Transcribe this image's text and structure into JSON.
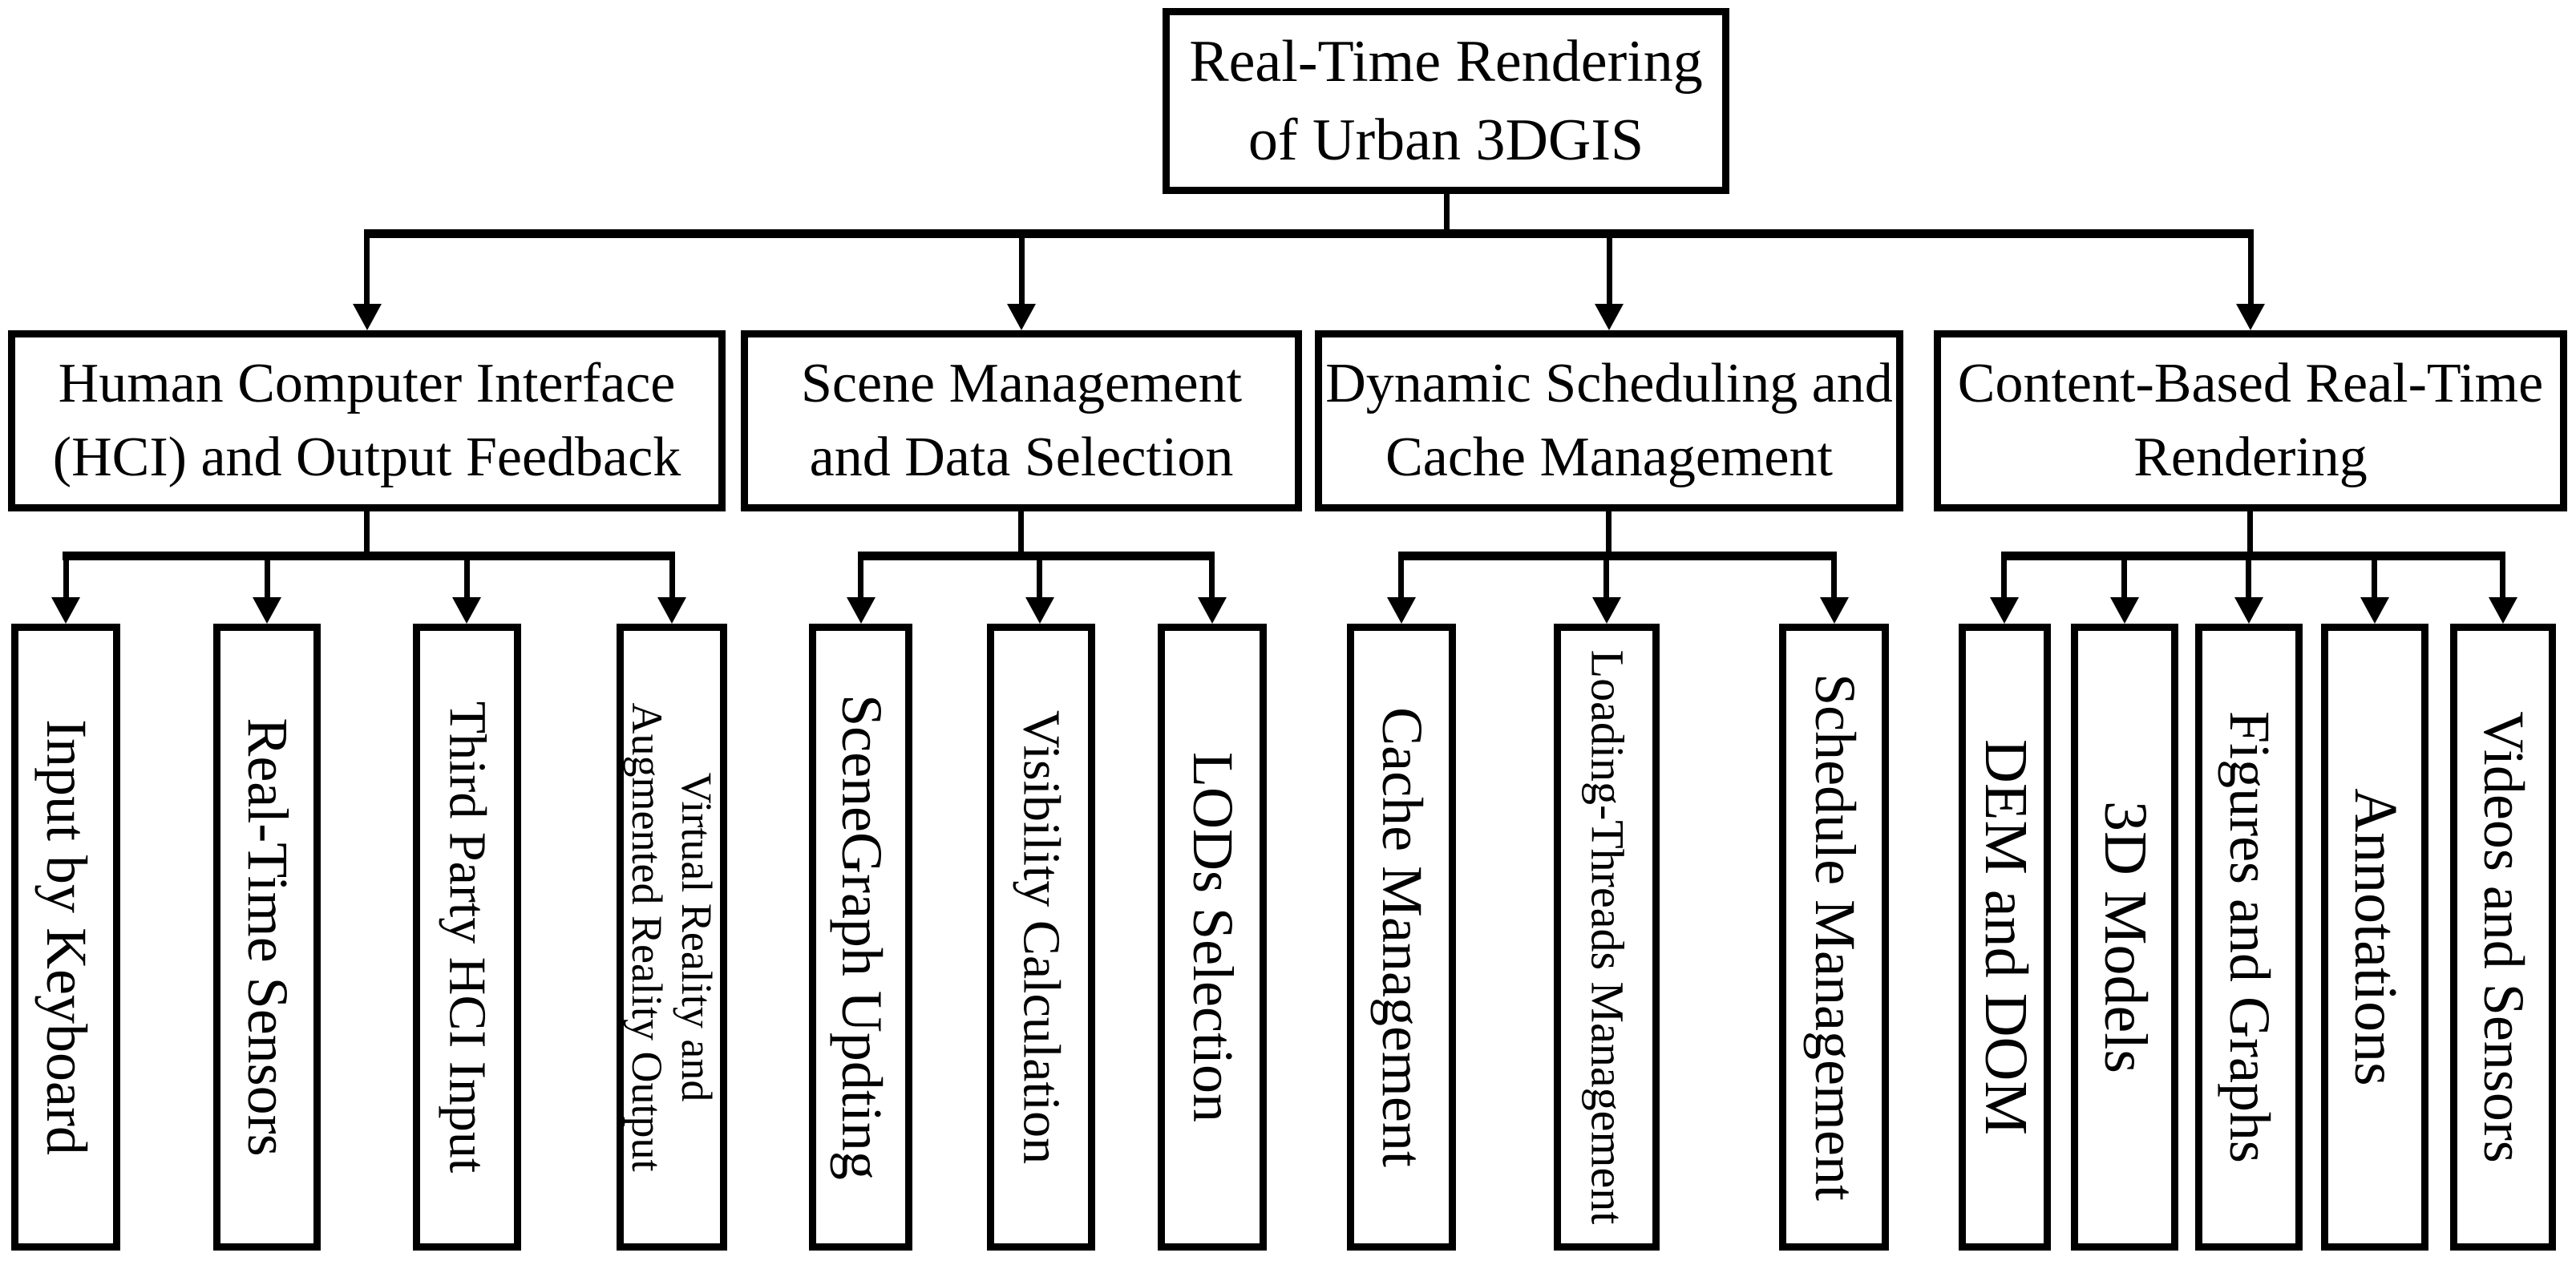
{
  "colors": {
    "ink": "#000000",
    "background": "#ffffff"
  },
  "root": {
    "label": "Real-Time Rendering of Urban 3DGIS",
    "line1": "Real-Time Rendering",
    "line2": "of Urban 3DGIS"
  },
  "branches": [
    {
      "label": "Human Computer Interface (HCI) and Output Feedback",
      "line1": "Human Computer Interface",
      "line2": "(HCI) and Output Feedback",
      "children": [
        {
          "label": "Input by Keyboard"
        },
        {
          "label": "Real-Time Sensors"
        },
        {
          "label": "Third Party HCI Input"
        },
        {
          "label": "Virtual Reality and Augmented Reality Output",
          "line1": "Virtual Reality and",
          "line2": "Augmented Reality Output"
        }
      ]
    },
    {
      "label": "Scene Management and Data Selection",
      "line1": "Scene Management",
      "line2": "and Data Selection",
      "children": [
        {
          "label": "SceneGraph Updting"
        },
        {
          "label": "Visibility Calculation"
        },
        {
          "label": "LODs Selection"
        }
      ]
    },
    {
      "label": "Dynamic Scheduling and Cache Management",
      "line1": "Dynamic Scheduling and",
      "line2": "Cache Management",
      "children": [
        {
          "label": "Cache Management"
        },
        {
          "label": "Loading-Threads Management"
        },
        {
          "label": "Schedule Management"
        }
      ]
    },
    {
      "label": "Content-Based Real-Time Rendering",
      "line1": "Content-Based Real-Time",
      "line2": "Rendering",
      "children": [
        {
          "label": "DEM and DOM"
        },
        {
          "label": "3D Models"
        },
        {
          "label": "Figures and Graphs"
        },
        {
          "label": "Annotations"
        },
        {
          "label": "Videos and Sensors"
        }
      ]
    }
  ]
}
